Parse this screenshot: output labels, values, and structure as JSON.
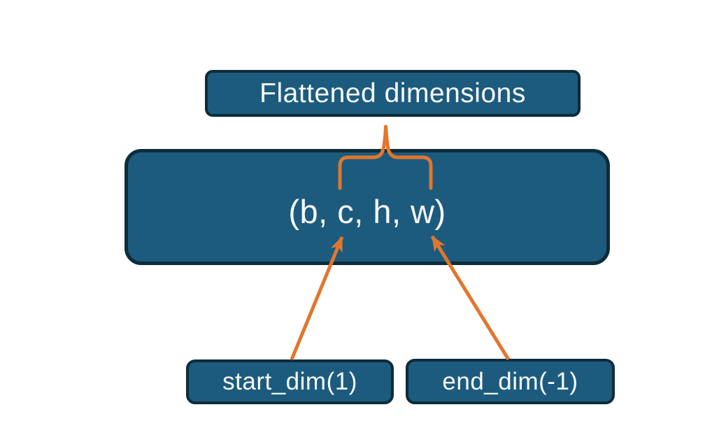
{
  "colors": {
    "background": "#ffffff",
    "box_fill": "#1c5b7e",
    "box_border": "#0e2c3a",
    "accent": "#e2762d",
    "text": "#f8fafb"
  },
  "boxes": {
    "flattened": {
      "label": "Flattened dimensions"
    },
    "tensor": {
      "label": "(b, c, h, w)"
    },
    "start_dim": {
      "label": "start_dim(1)"
    },
    "end_dim": {
      "label": "end_dim(-1)"
    }
  }
}
